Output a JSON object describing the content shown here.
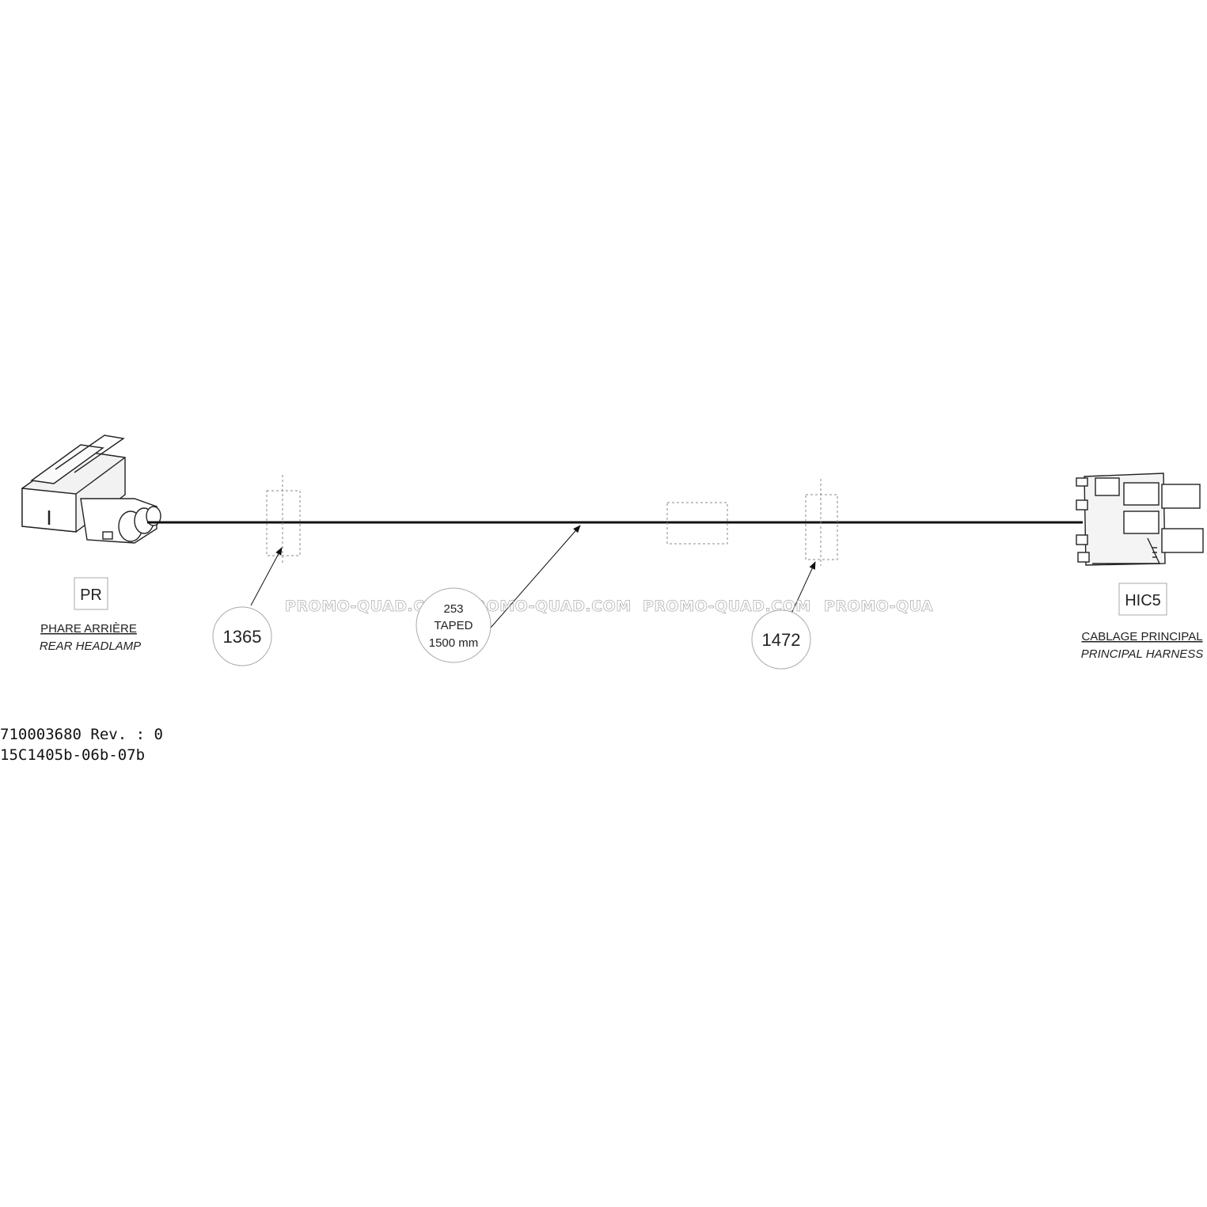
{
  "left_connector": {
    "code": "PR",
    "label_fr": "PHARE ARRIÈRE",
    "label_en": "REAR HEADLAMP"
  },
  "right_connector": {
    "code": "HIC5",
    "label_fr": "CABLAGE PRINCIPAL",
    "label_en": "PRINCIPAL HARNESS"
  },
  "callouts": [
    {
      "id": "1365"
    },
    {
      "id": "1472"
    }
  ],
  "wire_callout": {
    "number": "253",
    "finish": "TAPED",
    "length": "1500 mm"
  },
  "watermarks": [
    "PROMO-QUAD.COM",
    "PROMO-QUAD.COM",
    "PROMO-QUAD.COM",
    "PROMO-QUA"
  ],
  "footer": {
    "part_line": "710003680 Rev. : 0",
    "ref_line": "15C1405b-06b-07b"
  },
  "colors": {
    "line": "#111111",
    "dash": "#888888"
  }
}
